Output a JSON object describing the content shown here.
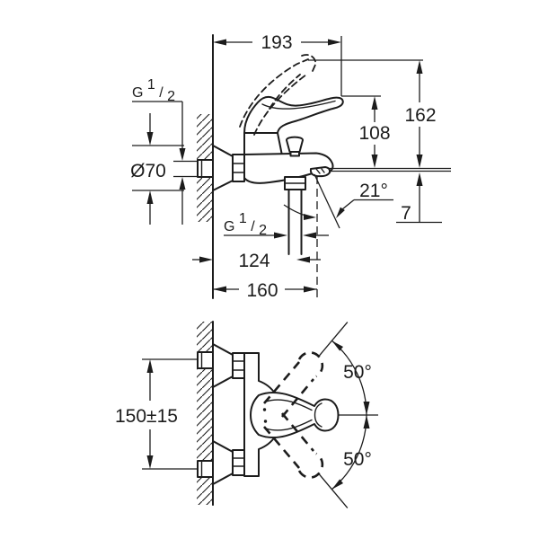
{
  "colors": {
    "line": "#1c1c1c",
    "background": "#ffffff"
  },
  "top_view": {
    "dim_handle_reach": "193",
    "dim_height_total": "162",
    "dim_height_body": "108",
    "dim_drop": "7",
    "spout_angle": "21°",
    "dim_hose_center": "124",
    "dim_spout_reach": "160",
    "escutcheon_diameter": "Ø70",
    "wall_thread": {
      "base": "G",
      "sup": "1",
      "slash": "/",
      "sub": "2"
    },
    "hose_thread": {
      "base": "G",
      "sup": "1",
      "slash": "/",
      "sub": "2"
    }
  },
  "bottom_view": {
    "dim_mounting_centers": "150±15",
    "swing_angle_up": "50°",
    "swing_angle_down": "50°"
  }
}
